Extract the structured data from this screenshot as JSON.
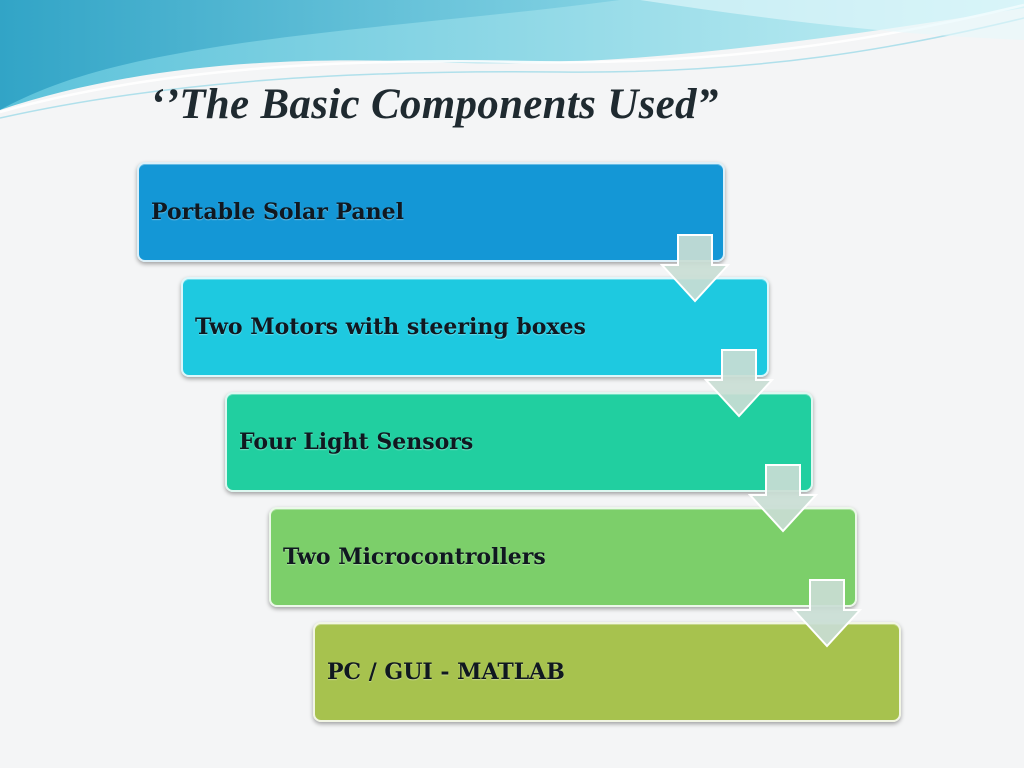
{
  "title": "‘’The Basic Components Used”",
  "steps": [
    {
      "label": "Portable Solar Panel",
      "color": "#1497d6"
    },
    {
      "label": "Two Motors with steering boxes",
      "color": "#1ec9e0"
    },
    {
      "label": "Four Light Sensors",
      "color": "#21cfa0"
    },
    {
      "label": "Two Microcontrollers",
      "color": "#7ccf6a"
    },
    {
      "label": "PC / GUI - MATLAB",
      "color": "#a7c24e"
    }
  ],
  "colors": {
    "wave_dark": "#3fb0cf",
    "wave_light": "#a9e6ef",
    "arrow_fill": "#c9ddd4"
  }
}
